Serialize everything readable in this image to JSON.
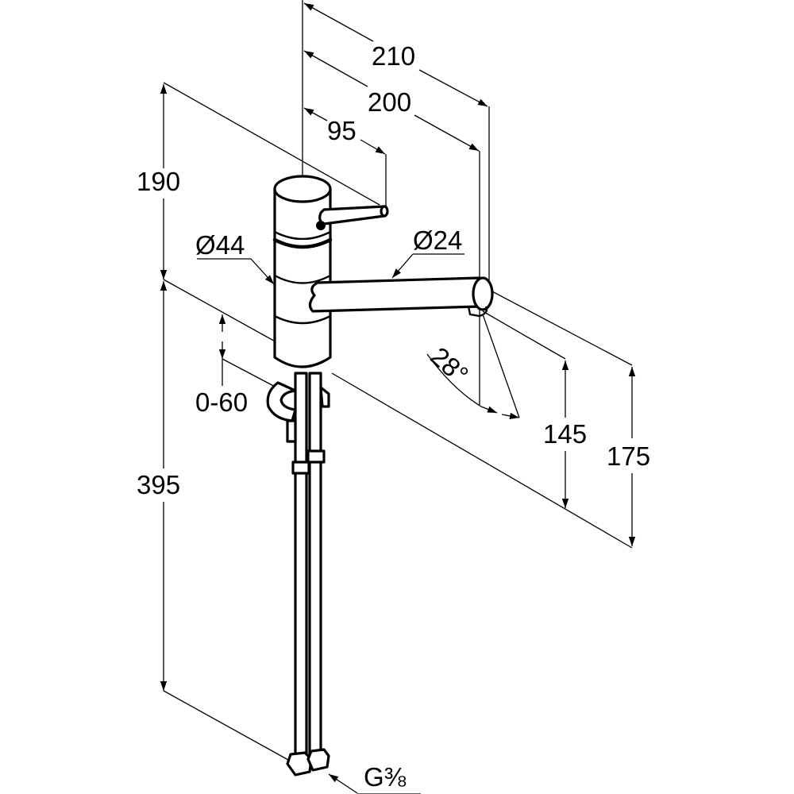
{
  "drawing": {
    "title": "Kitchen faucet dimension drawing",
    "line_color": "#000000",
    "background": "#ffffff"
  },
  "dimensions": {
    "spout_reach_outer": "210",
    "spout_reach_inner": "200",
    "lever_reach": "95",
    "body_height": "190",
    "body_diameter": "Ø44",
    "spout_diameter": "Ø24",
    "swivel_angle": "28°",
    "deck_thickness": "0-60",
    "spout_clearance": "145",
    "spout_height": "175",
    "hose_length": "395",
    "connection_thread": "G⅜"
  }
}
